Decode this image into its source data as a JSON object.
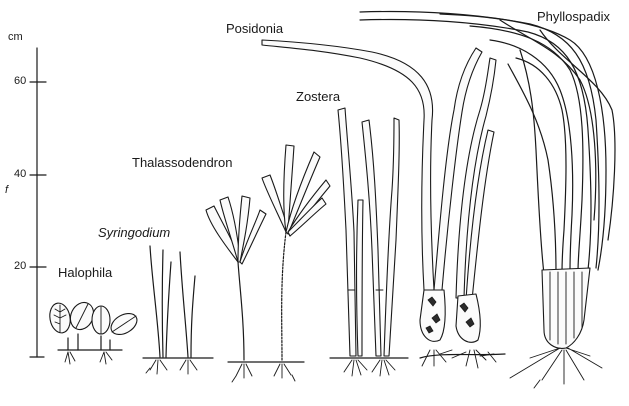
{
  "scale": {
    "unit": "cm",
    "ticks": [
      "60",
      "40",
      "20"
    ]
  },
  "genera": [
    {
      "name": "Halophila",
      "italic": false
    },
    {
      "name": "Syringodium",
      "italic": true
    },
    {
      "name": "Thalassodendron",
      "italic": false
    },
    {
      "name": "Zostera",
      "italic": false
    },
    {
      "name": "Posidonia",
      "italic": false
    },
    {
      "name": "Phyllospadix",
      "italic": false
    }
  ],
  "stray_mark": "f"
}
